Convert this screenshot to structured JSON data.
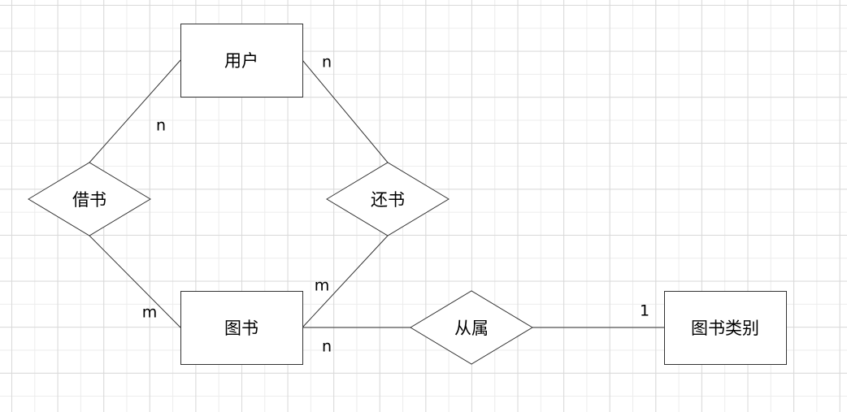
{
  "entities": {
    "user": "用户",
    "book": "图书",
    "category": "图书类别"
  },
  "relationships": {
    "borrow": "借书",
    "return": "还书",
    "belongs": "从属"
  },
  "cardinalities": {
    "user_return": "n",
    "user_borrow": "n",
    "book_borrow": "m",
    "book_return": "m",
    "book_belongs": "n",
    "category_belongs": "1"
  }
}
